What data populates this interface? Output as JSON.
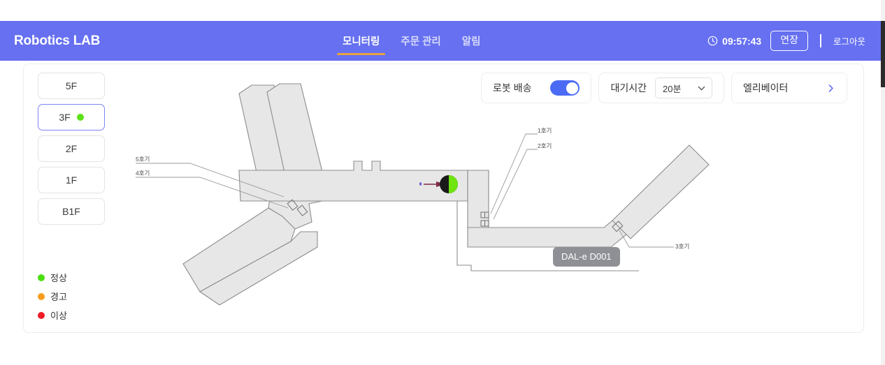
{
  "header": {
    "brand": "Robotics LAB",
    "nav": [
      {
        "label": "모니터링",
        "active": true
      },
      {
        "label": "주문 관리",
        "active": false
      },
      {
        "label": "알림",
        "active": false
      }
    ],
    "clock_icon": "clock-icon",
    "time": "09:57:43",
    "extend_label": "연장",
    "logout_label": "로그아웃",
    "background_color": "#6670F0",
    "active_underline_color": "#E8A33D"
  },
  "floors": {
    "items": [
      {
        "label": "5F",
        "selected": false,
        "status_dot": null
      },
      {
        "label": "3F",
        "selected": true,
        "status_dot": "#5CE21A"
      },
      {
        "label": "2F",
        "selected": false,
        "status_dot": null
      },
      {
        "label": "1F",
        "selected": false,
        "status_dot": null
      },
      {
        "label": "B1F",
        "selected": false,
        "status_dot": null
      }
    ]
  },
  "legend": {
    "items": [
      {
        "label": "정상",
        "color": "#4ADE12"
      },
      {
        "label": "경고",
        "color": "#F79C1E"
      },
      {
        "label": "이상",
        "color": "#EE1C25"
      }
    ]
  },
  "controls": {
    "robot_delivery": {
      "label": "로봇 배송",
      "toggle_on": true,
      "toggle_color": "#4C6BF5"
    },
    "wait_time": {
      "label": "대기시간",
      "value": "20분",
      "chevron_icon": "chevron-down-icon"
    },
    "elevator": {
      "label": "엘리베이터",
      "chevron_icon": "chevron-right-icon"
    }
  },
  "floor_plan": {
    "labels": [
      {
        "name": "5호기"
      },
      {
        "name": "4호기"
      },
      {
        "name": "1호기"
      },
      {
        "name": "2호기"
      },
      {
        "name": "3호기"
      }
    ],
    "robot": {
      "id": "DAL-e D001",
      "status_color": "#6FE510",
      "body_color": "#1A1A1A"
    },
    "fill_color": "#E7E7E7",
    "stroke_color": "#8C8C8C"
  }
}
